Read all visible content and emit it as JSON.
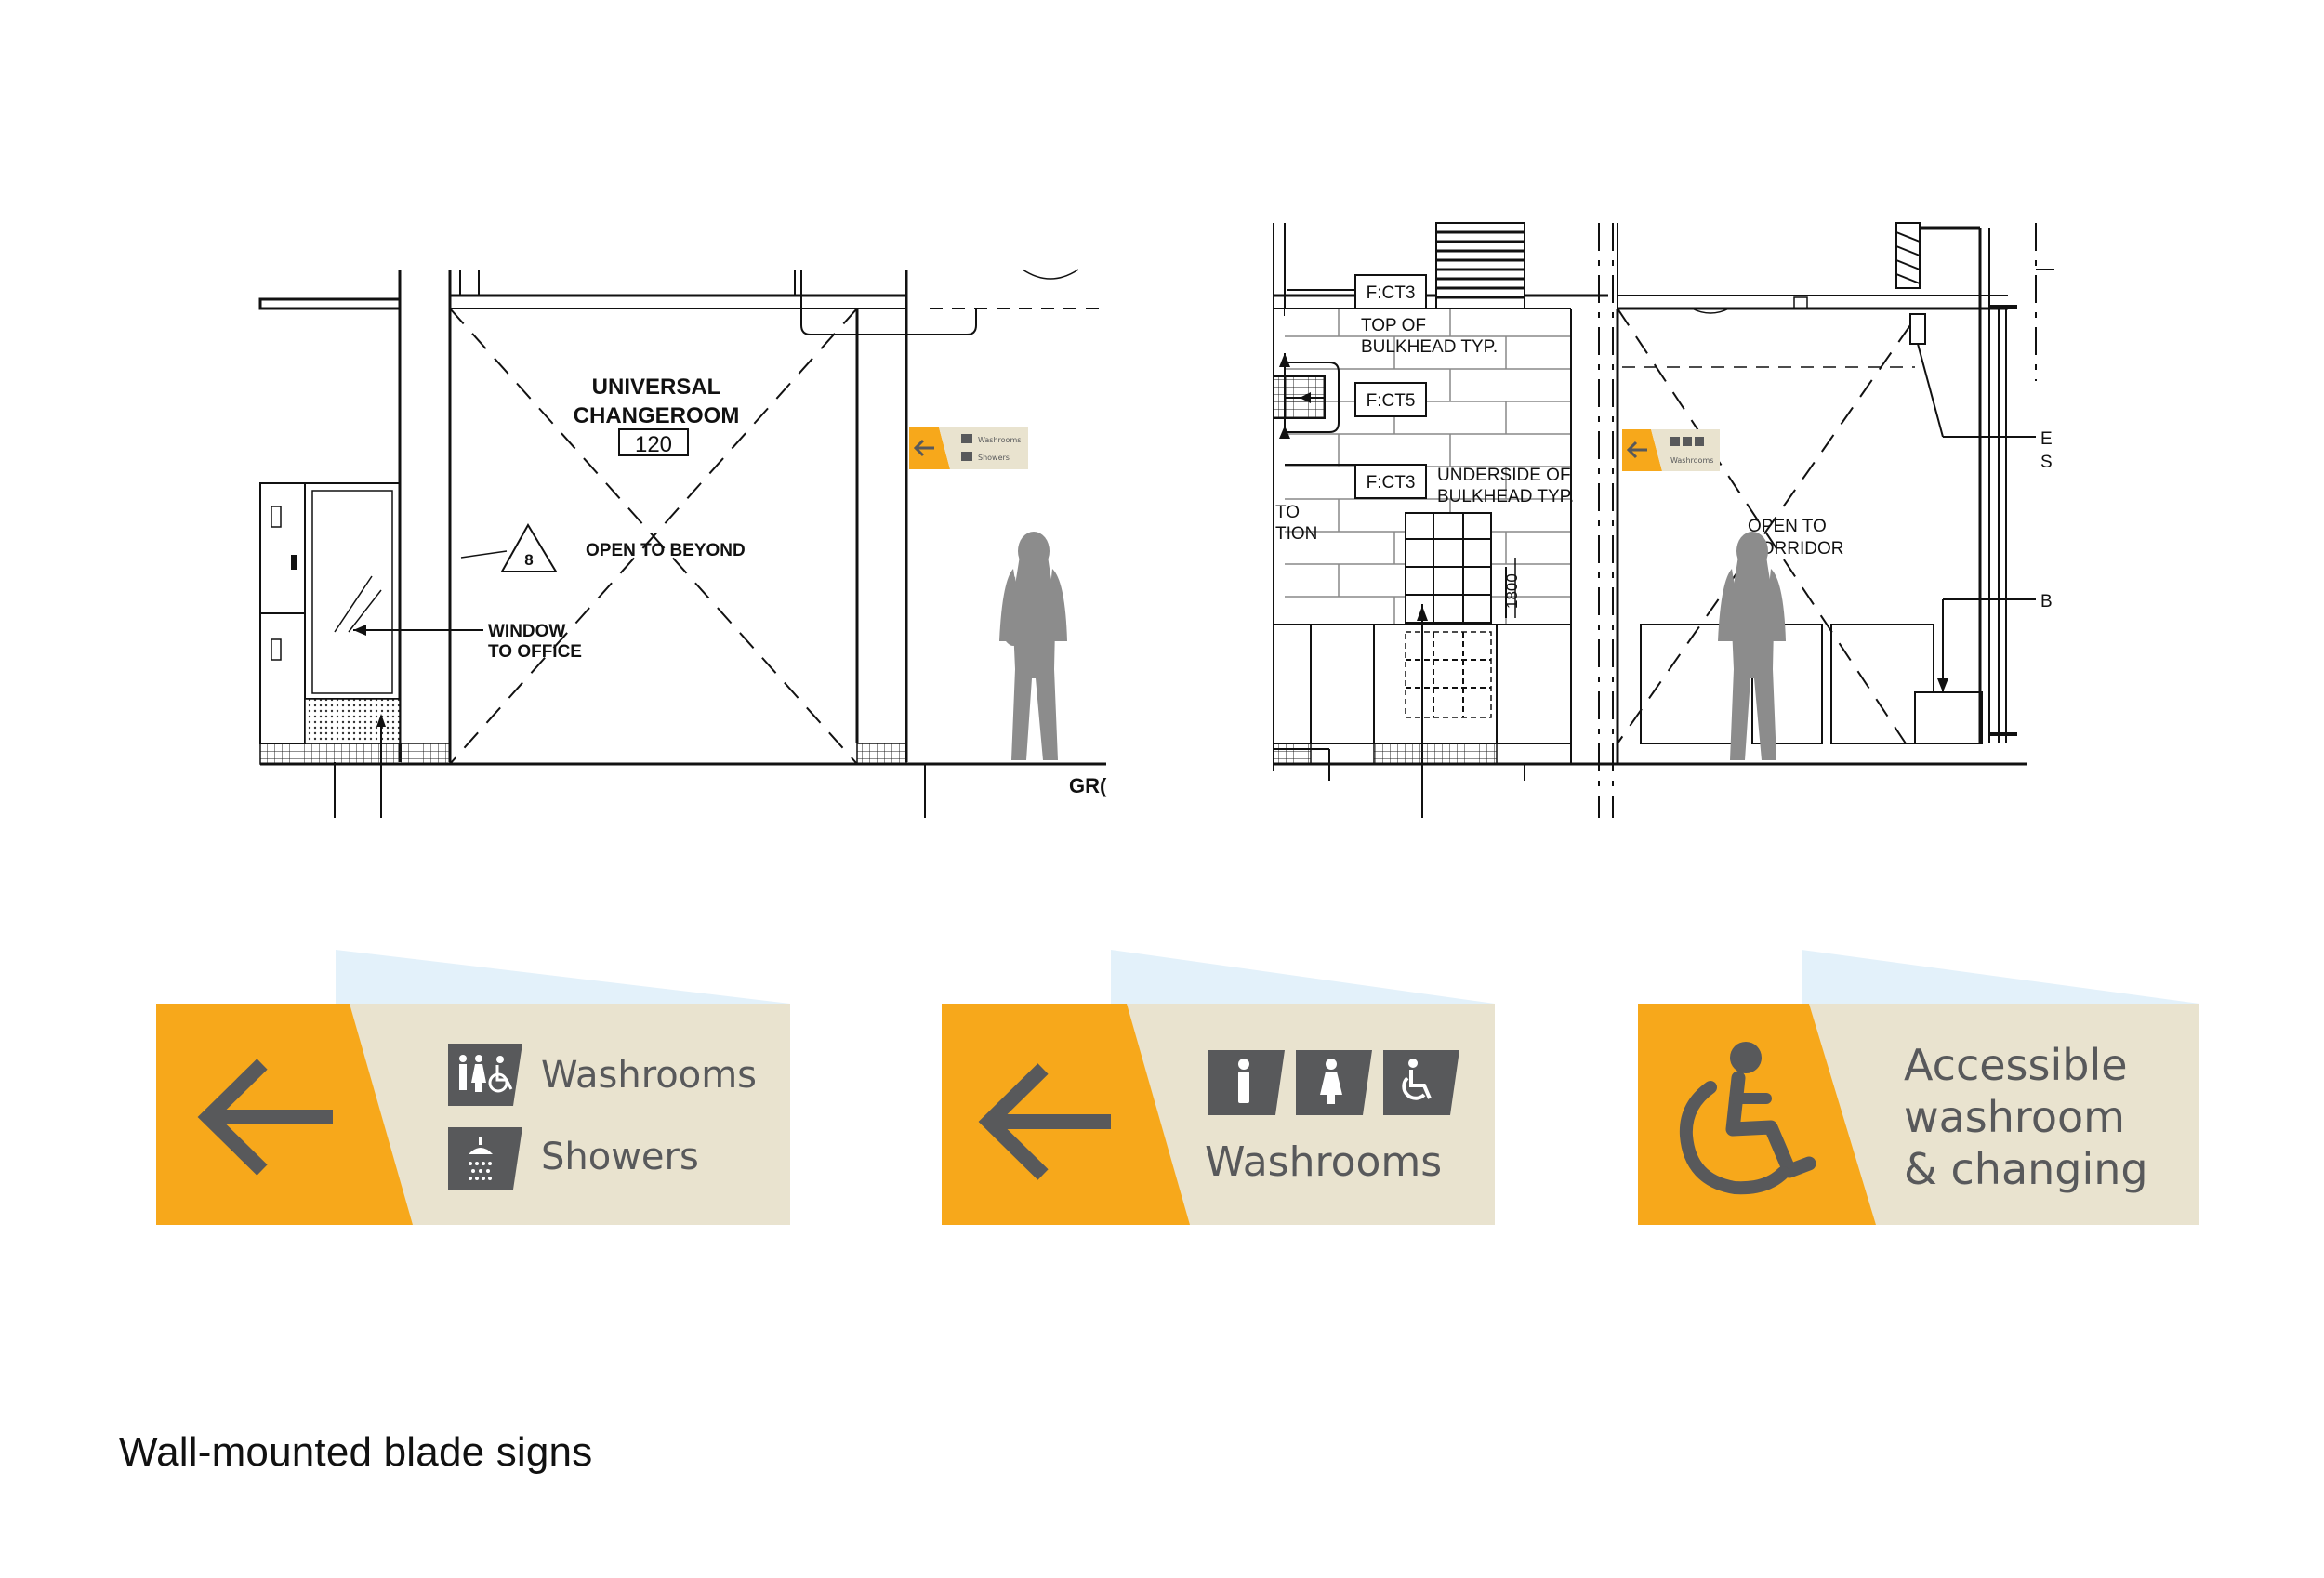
{
  "colors": {
    "accent": "#F7A81B",
    "panel": "#E9E3CF",
    "icon": "#58595B",
    "shadow": "#E3F1FA"
  },
  "drawing_left": {
    "room_name_1": "UNIVERSAL",
    "room_name_2": "CHANGEROOM",
    "room_number": "120",
    "callout": "8",
    "note_open": "OPEN TO BEYOND",
    "note_window_1": "WINDOW",
    "note_window_2": "TO OFFICE",
    "edge_label": "GR(",
    "mini_sign_1": "Washrooms",
    "mini_sign_2": "Showers"
  },
  "drawing_right": {
    "tag_1": "F:CT3",
    "note_top_1": "TOP OF",
    "note_top_2": "BULKHEAD TYP.",
    "tag_2": "F:CT5",
    "tag_3": "F:CT3",
    "note_under_1": "UNDERSIDE OF",
    "note_under_2": "BULKHEAD TYP.",
    "edge_to": "TO",
    "edge_tion": "TION",
    "dim": "1800",
    "note_open_1": "OPEN TO",
    "note_open_2": "CORRIDOR",
    "edge_e": "E",
    "edge_s": "S",
    "edge_b": "B",
    "mini_sign": "Washrooms"
  },
  "signs": [
    {
      "icon_1": "washroom-icon",
      "label_1": "Washrooms",
      "icon_2": "shower-icon",
      "label_2": "Showers",
      "arrow": "arrow-left-icon"
    },
    {
      "icons": [
        "male-icon",
        "female-icon",
        "accessible-icon"
      ],
      "label": "Washrooms",
      "arrow": "arrow-left-icon"
    },
    {
      "icon": "wheelchair-icon",
      "line_1": "Accessible",
      "line_2": "washroom",
      "line_3": "& changing"
    }
  ],
  "caption": "Wall-mounted blade signs"
}
